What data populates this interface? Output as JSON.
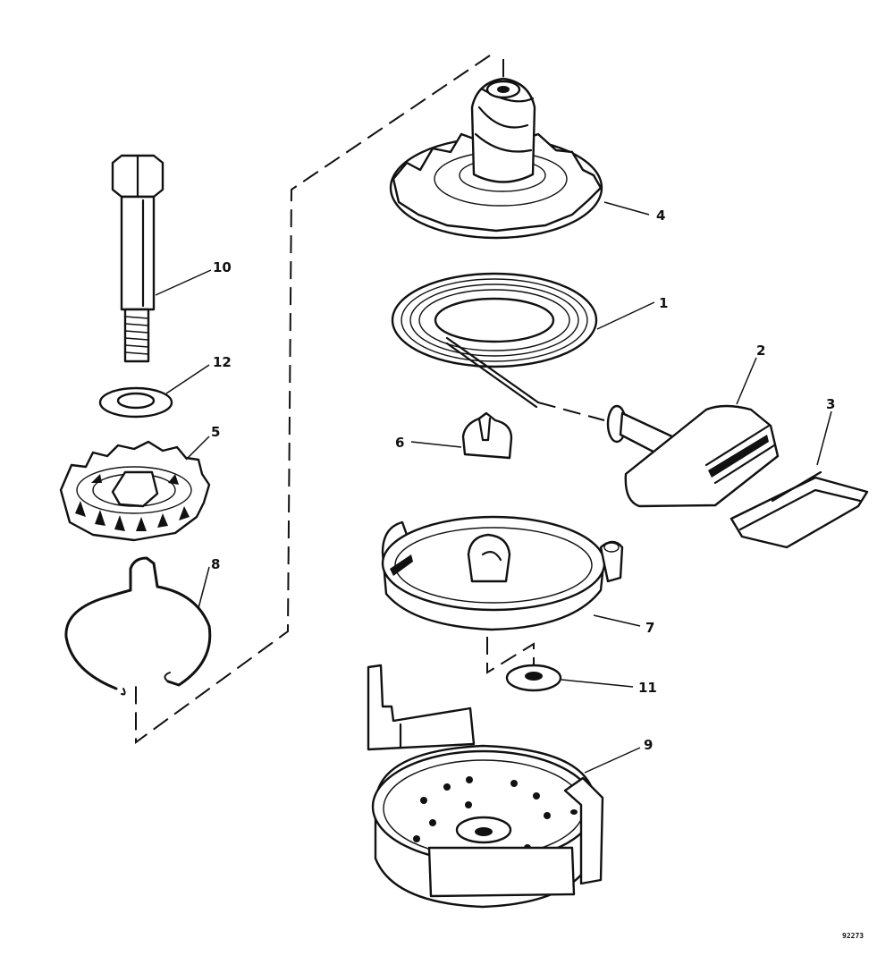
{
  "diagram": {
    "callouts": [
      {
        "id": "c1",
        "text": "1"
      },
      {
        "id": "c2",
        "text": "2"
      },
      {
        "id": "c3",
        "text": "3"
      },
      {
        "id": "c4",
        "text": "4"
      },
      {
        "id": "c5",
        "text": "5"
      },
      {
        "id": "c6",
        "text": "6"
      },
      {
        "id": "c7",
        "text": "7"
      },
      {
        "id": "c8",
        "text": "8"
      },
      {
        "id": "c9",
        "text": "9"
      },
      {
        "id": "c10",
        "text": "10"
      },
      {
        "id": "c11",
        "text": "11"
      },
      {
        "id": "c12",
        "text": "12"
      }
    ],
    "reference_number": "92273"
  }
}
